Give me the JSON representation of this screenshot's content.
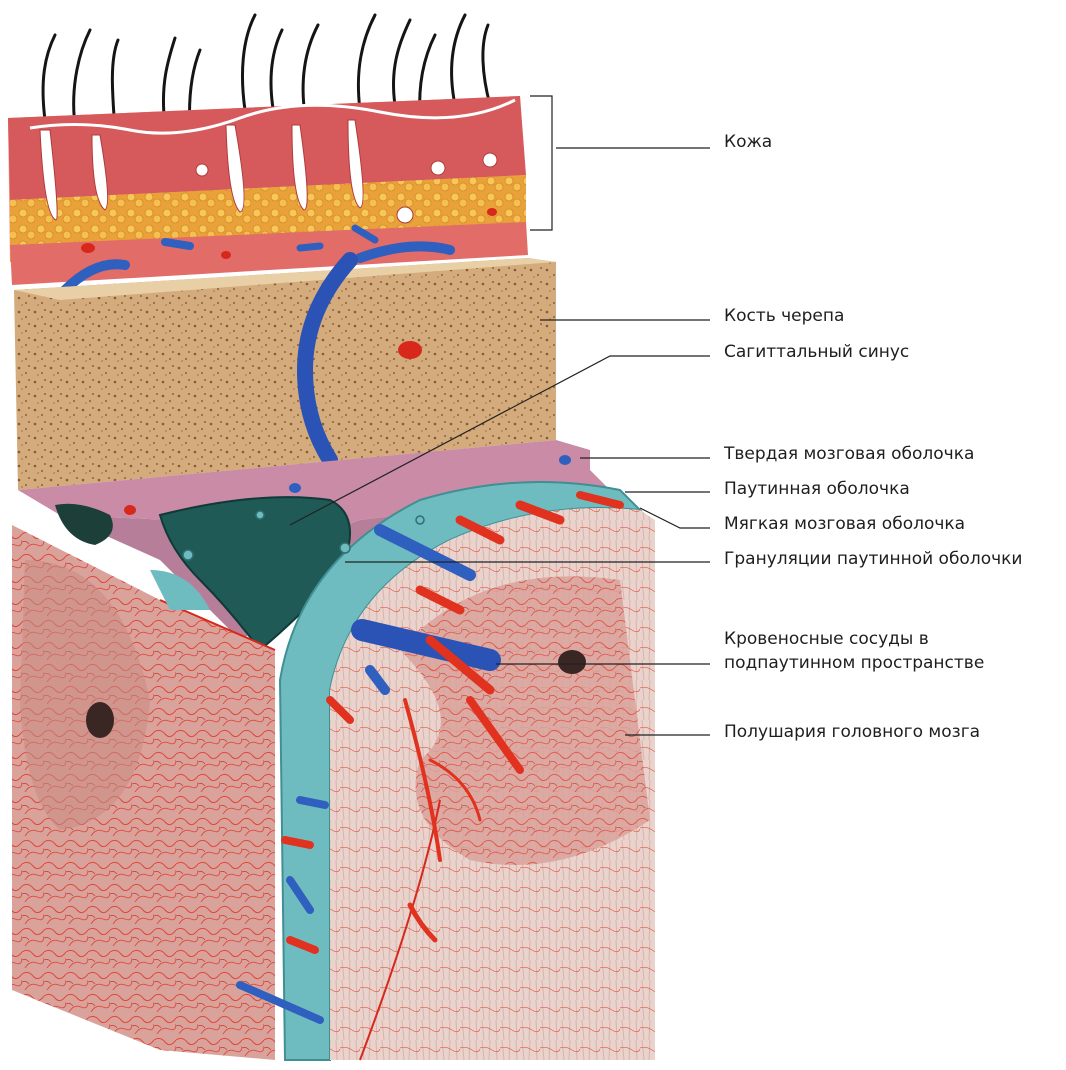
{
  "labels": {
    "skin": "Кожа",
    "skull_bone": "Кость черепа",
    "sagittal_sinus": "Сагиттальный синус",
    "dura_mater": "Твердая мозговая оболочка",
    "arachnoid": "Паутинная оболочка",
    "pia_mater": "Мягкая мозговая оболочка",
    "arachnoid_granulations": "Грануляции паутинной оболочки",
    "subarachnoid_vessels": "Кровеносные сосуды в\nподпаутинном пространстве",
    "cerebral_hemispheres": "Полушария головного мозга"
  },
  "colors": {
    "skin_dermis": "#d9605e",
    "subcutaneous_fat": "#f0b43c",
    "muscle_layer": "#e07a6e",
    "bone": "#cfa676",
    "dura_mater": "#c98ba6",
    "arachnoid": "#6fbcc0",
    "sinus": "#1f5a56",
    "brain_tissue": "#d89a94",
    "artery": "#e0321e",
    "vein": "#2f5fbf",
    "hair": "#151515",
    "leader_line": "#222222"
  }
}
